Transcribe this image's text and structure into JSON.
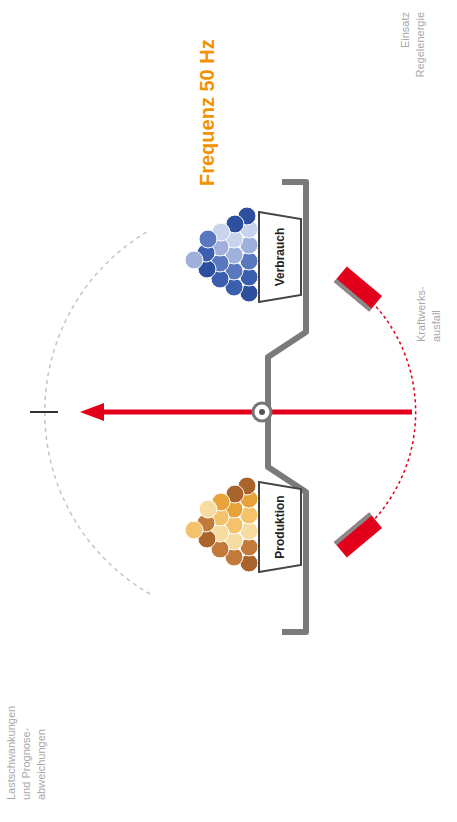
{
  "diagram": {
    "title": "Frequenz 50 Hz",
    "nodes": [
      {
        "text": [
          "Verbrauch"
        ]
      },
      {
        "text": [
          "Produktion"
        ]
      }
    ],
    "labels": [
      "Lastschwankungen und Prognose- abweichungen",
      "Einsatz Regelenergie",
      "Kraftwerks- ausfall"
    ]
  }
}
